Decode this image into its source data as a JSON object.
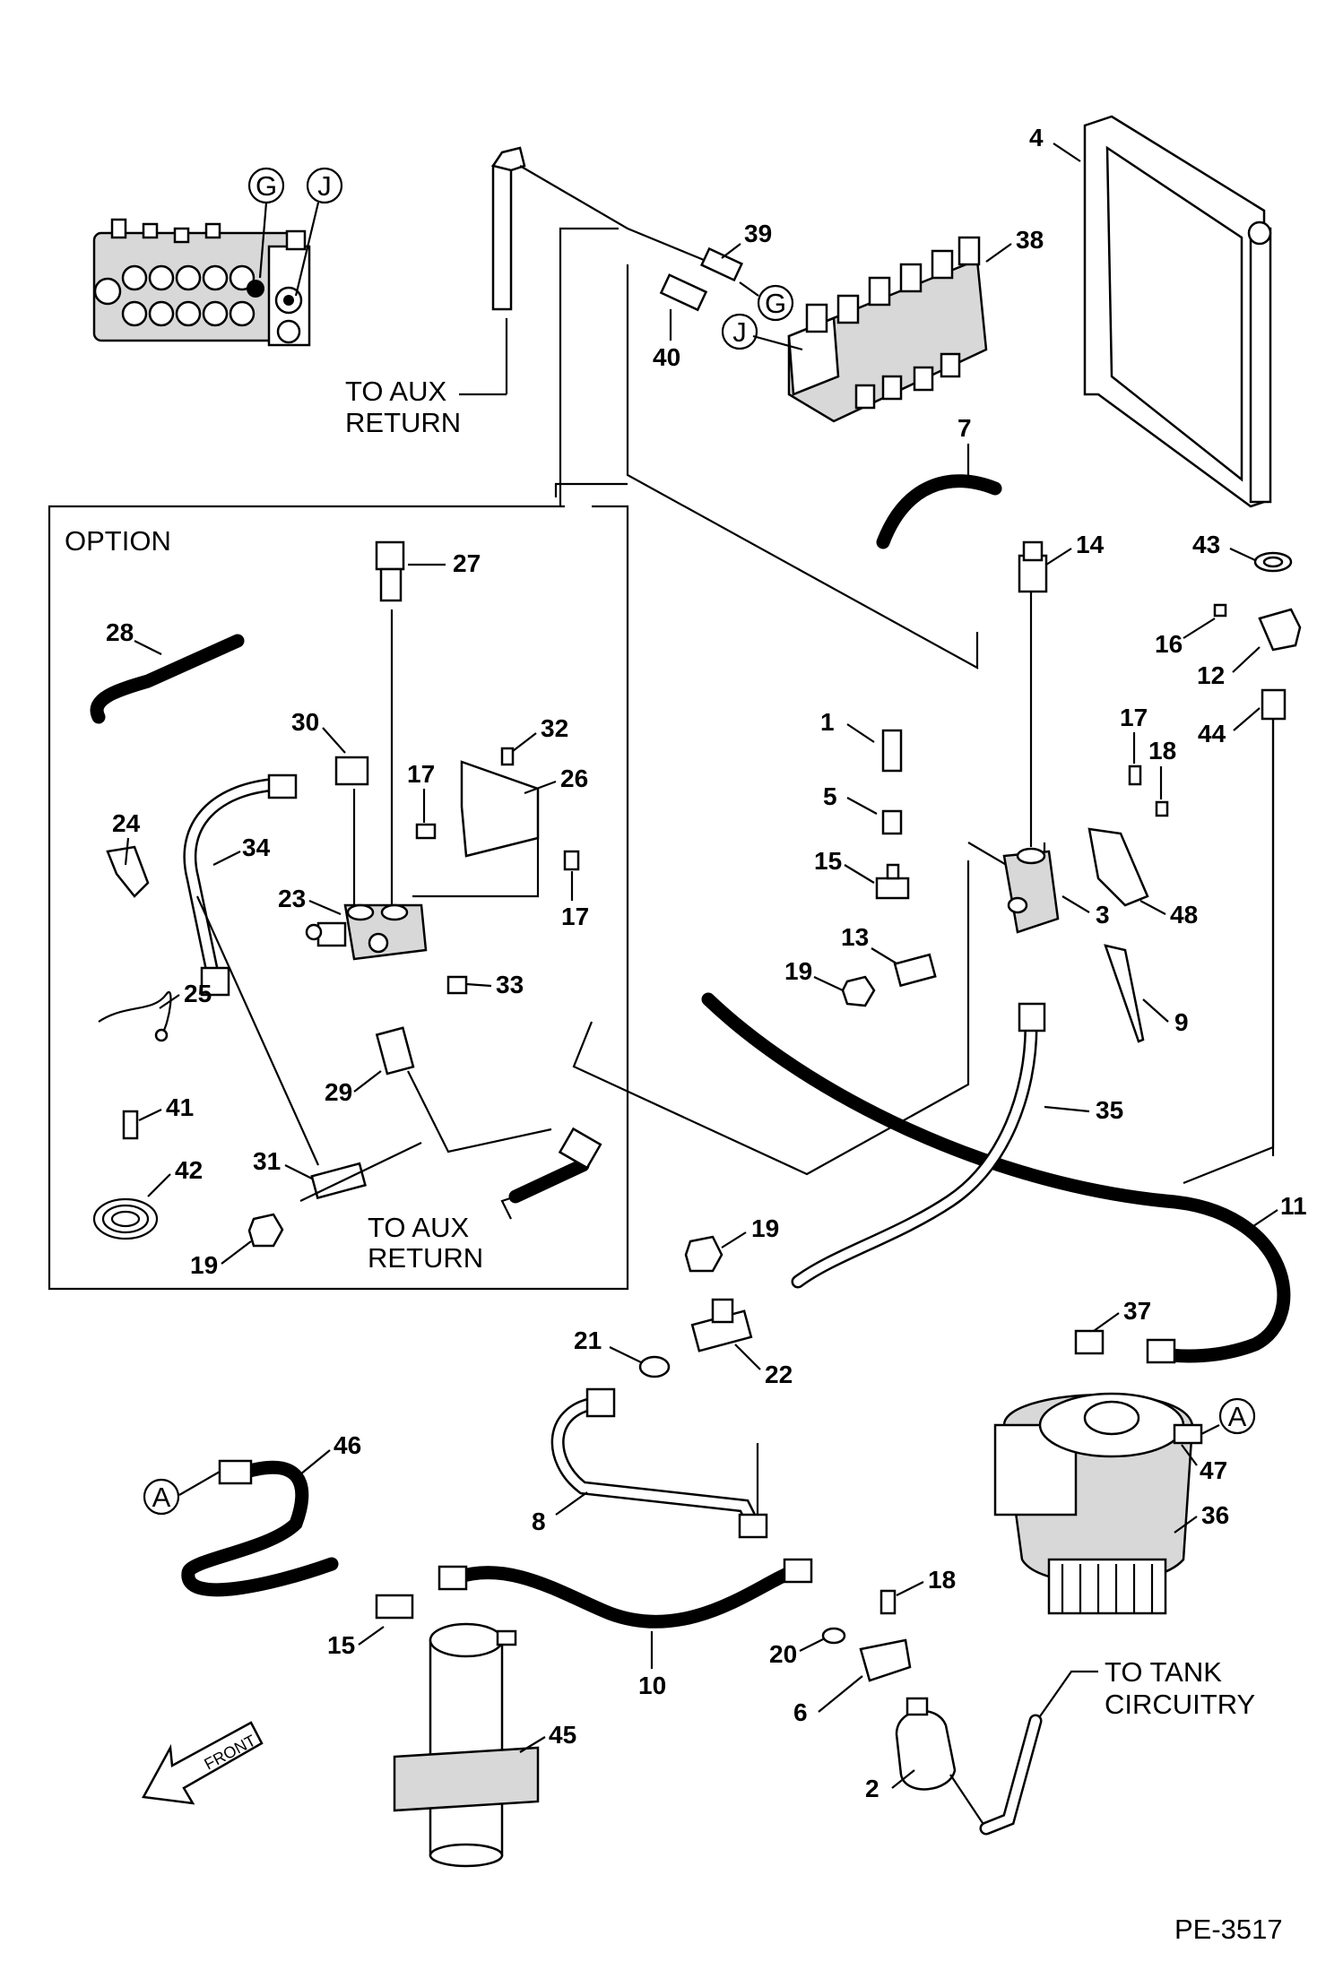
{
  "diagram": {
    "drawing_id": "PE-3517",
    "option_label": "OPTION",
    "notes": {
      "to_aux_return_top": [
        "TO AUX",
        "RETURN"
      ],
      "to_aux_return_option": [
        "TO AUX",
        "RETURN"
      ],
      "to_tank": [
        "TO TANK",
        "CIRCUITRY"
      ],
      "front": "FRONT"
    },
    "ports": [
      "G",
      "J",
      "A"
    ],
    "callouts": [
      "1",
      "2",
      "3",
      "4",
      "5",
      "6",
      "7",
      "8",
      "9",
      "10",
      "11",
      "12",
      "13",
      "14",
      "15",
      "16",
      "17",
      "18",
      "19",
      "20",
      "21",
      "22",
      "23",
      "24",
      "25",
      "26",
      "27",
      "28",
      "29",
      "30",
      "31",
      "32",
      "33",
      "34",
      "35",
      "36",
      "37",
      "38",
      "39",
      "40",
      "41",
      "42",
      "43",
      "44",
      "45",
      "46",
      "47",
      "48"
    ]
  }
}
